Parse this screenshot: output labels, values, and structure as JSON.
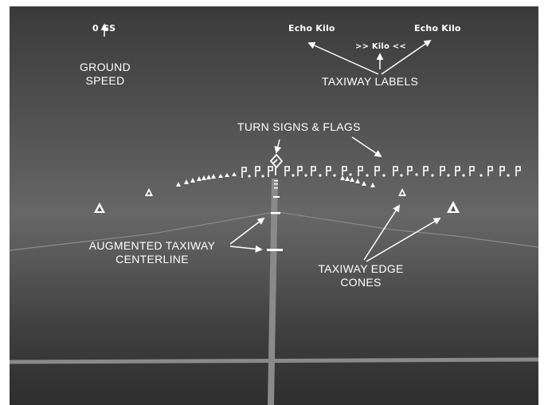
{
  "hud": {
    "ground_speed": "0 GS",
    "taxiway_left": "Echo Kilo",
    "taxiway_right": "Echo Kilo",
    "taxiway_center": ">> Kilo <<"
  },
  "annotations": {
    "ground_speed": [
      "GROUND",
      "SPEED"
    ],
    "taxiway_labels": "TAXIWAY LABELS",
    "turn_signs": "TURN SIGNS & FLAGS",
    "centerline": [
      "AUGMENTED TAXIWAY",
      "CENTERLINE"
    ],
    "edge_cones": [
      "TAXIWAY EDGE",
      "CONES"
    ]
  },
  "colors": {
    "symbology": "#ffffff",
    "annotation": "#ffffff",
    "taxiway_stripe": "#8c8c8c"
  },
  "icons": {
    "cone": "cone-icon",
    "flag": "flag-icon",
    "turn_sign": "turn-sign-icon",
    "arrow": "arrow-icon"
  }
}
